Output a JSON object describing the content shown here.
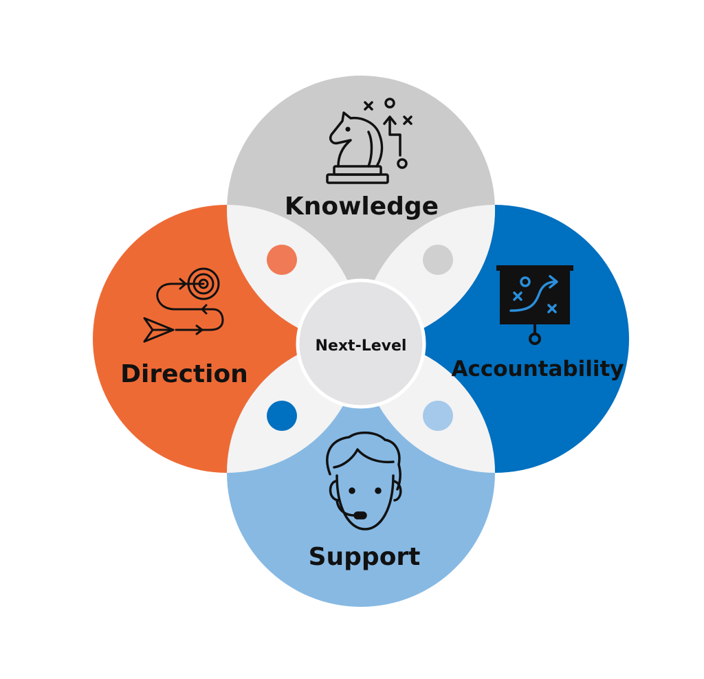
{
  "center": {
    "label": "Next-Level",
    "color": "#e3e3e5"
  },
  "petals": {
    "knowledge": {
      "label": "Knowledge",
      "color": "#cbcbcb",
      "icon": "chess-knight-strategy-icon"
    },
    "accountability": {
      "label": "Accountability",
      "color": "#0070c0",
      "icon": "strategy-board-icon"
    },
    "support": {
      "label": "Support",
      "color": "#87b9e3",
      "icon": "headset-agent-icon"
    },
    "direction": {
      "label": "Direction",
      "color": "#ee6a35",
      "icon": "target-path-icon"
    }
  },
  "overlap_color": "#f3f3f3",
  "accent_dots": [
    {
      "color": "#f07a55"
    },
    {
      "color": "#d0d0d0"
    },
    {
      "color": "#0070c0"
    },
    {
      "color": "#a4c9ea"
    }
  ]
}
